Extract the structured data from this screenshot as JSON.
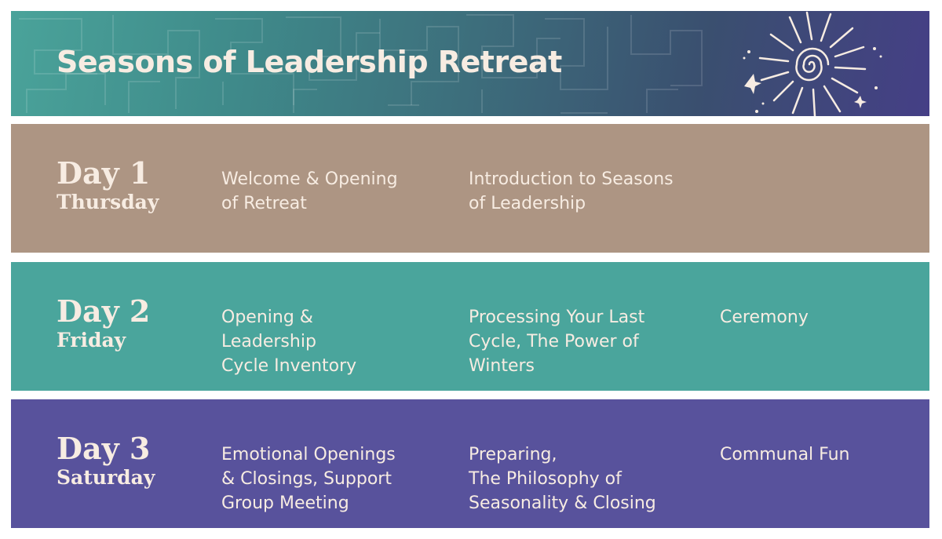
{
  "header": {
    "title": "Seasons of Leadership Retreat"
  },
  "colors": {
    "row1": "#ad9583",
    "row2": "#4aa59c",
    "row3": "#58529c",
    "text": "#f7ece2"
  },
  "days": [
    {
      "day": "Day 1",
      "weekday": "Thursday",
      "sessions": [
        "Welcome & Opening\nof Retreat",
        "Introduction to Seasons\nof Leadership",
        ""
      ]
    },
    {
      "day": "Day 2",
      "weekday": "Friday",
      "sessions": [
        "Opening &\nLeadership\nCycle Inventory",
        "Processing Your Last\nCycle, The Power of\nWinters",
        "Ceremony"
      ]
    },
    {
      "day": "Day 3",
      "weekday": "Saturday",
      "sessions": [
        "Emotional Openings\n& Closings, Support\nGroup Meeting",
        "Preparing,\nThe Philosophy of\nSeasonality & Closing",
        "Communal Fun"
      ]
    }
  ],
  "icons": [
    "maze-pattern",
    "sun-spiral-icon"
  ]
}
